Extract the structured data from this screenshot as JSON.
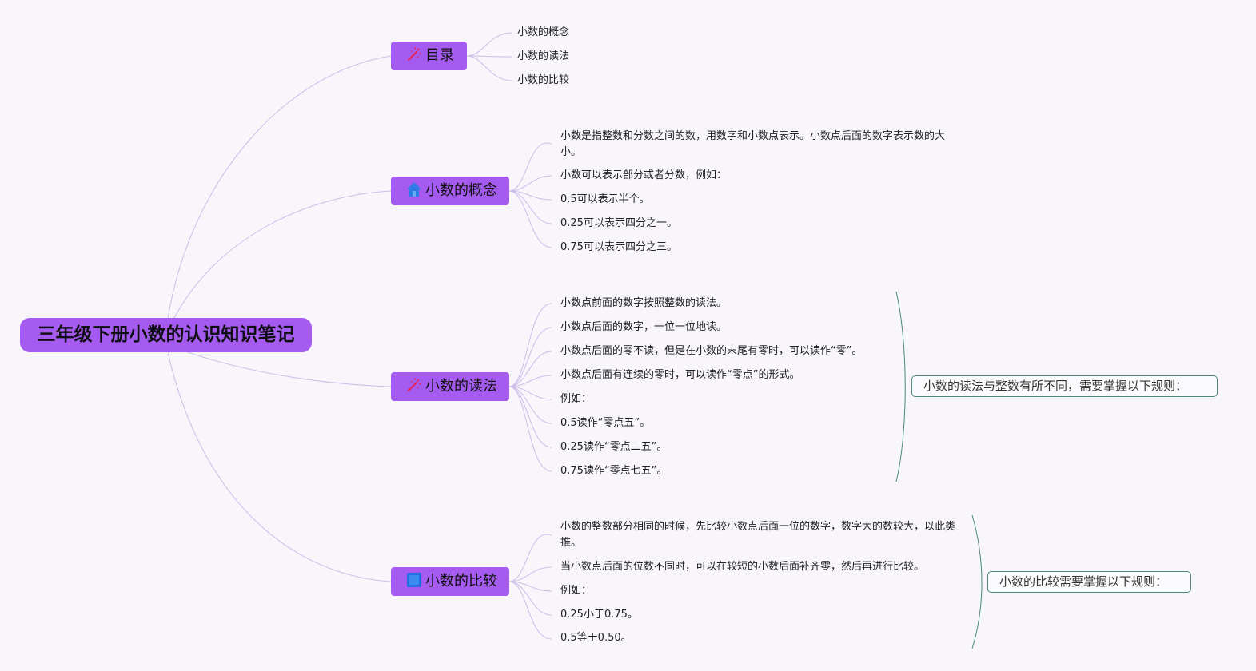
{
  "root": {
    "title": "三年级下册小数的认识知识笔记"
  },
  "branches": [
    {
      "label": "目录",
      "icon": "magic-wand-icon",
      "leaves": [
        "小数的概念",
        "小数的读法",
        "小数的比较"
      ]
    },
    {
      "label": "小数的概念",
      "icon": "house-icon",
      "leaves": [
        "小数是指整数和分数之间的数，用数字和小数点表示。小数点后面的数字表示数的大小。",
        "小数可以表示部分或者分数，例如：",
        "0.5可以表示半个。",
        "0.25可以表示四分之一。",
        "0.75可以表示四分之三。"
      ]
    },
    {
      "label": "小数的读法",
      "icon": "magic-wand-icon",
      "leaves": [
        "小数点前面的数字按照整数的读法。",
        "小数点后面的数字，一位一位地读。",
        "小数点后面的零不读，但是在小数的末尾有零时，可以读作“零”。",
        "小数点后面有连续的零时，可以读作“零点”的形式。",
        "例如：",
        "0.5读作“零点五”。",
        "0.25读作“零点二五”。",
        "0.75读作“零点七五”。"
      ],
      "summary": "小数的读法与整数有所不同，需要掌握以下规则："
    },
    {
      "label": "小数的比较",
      "icon": "square-icon",
      "leaves": [
        "小数的整数部分相同的时候，先比较小数点后面一位的数字，数字大的数较大，以此类推。",
        "当小数点后面的位数不同时，可以在较短的小数后面补齐零，然后再进行比较。",
        "例如：",
        "0.25小于0.75。",
        "0.5等于0.50。"
      ],
      "summary": "小数的比较需要掌握以下规则："
    }
  ],
  "colors": {
    "node_fill": "#a55bf0",
    "connector": "#cdbde8",
    "summary_border": "#4b8a7a",
    "background": "#f8f5fb",
    "wand_icon": "#e8235a",
    "house_icon": "#2f7be5",
    "square_icon": "#1f6fe0"
  }
}
